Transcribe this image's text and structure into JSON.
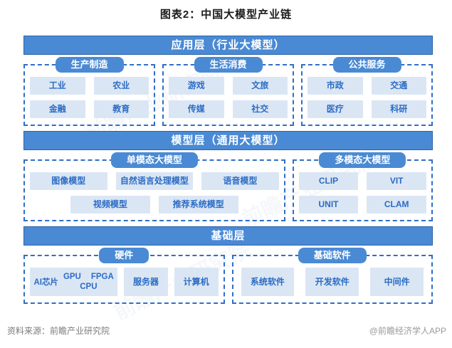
{
  "title": "图表2：中国大模型产业链",
  "colors": {
    "banner_blue": "#4a8ad4",
    "banner_border": "#2d62a8",
    "dash_border": "#2f6fc4",
    "box_bg": "#dbe6f4",
    "box_text": "#2b6cc5"
  },
  "sections": [
    {
      "banner": "应用层（行业大模型）",
      "groups": [
        {
          "label": "生产制造",
          "items": [
            "工业",
            "农业",
            "金融",
            "教育"
          ]
        },
        {
          "label": "生活消费",
          "items": [
            "游戏",
            "文旅",
            "传媒",
            "社交"
          ]
        },
        {
          "label": "公共服务",
          "items": [
            "市政",
            "交通",
            "医疗",
            "科研"
          ]
        }
      ]
    },
    {
      "banner": "模型层（通用大模型）",
      "groups": [
        {
          "label": "单模态大模型",
          "row1": [
            "图像模型",
            "自然语言处理模型",
            "语音模型"
          ],
          "row2": [
            "视频模型",
            "推荐系统模型"
          ]
        },
        {
          "label": "多模态大模型",
          "items": [
            "CLIP",
            "VIT",
            "UNIT",
            "CLAM"
          ]
        }
      ]
    },
    {
      "banner": "基础层",
      "groups": [
        {
          "label": "硬件",
          "chip_box": {
            "main": "AI芯片",
            "gpu": "GPU",
            "fpga": "FPGA",
            "cpu": "CPU"
          },
          "items": [
            "服务器",
            "计算机"
          ]
        },
        {
          "label": "基础软件",
          "items": [
            "系统软件",
            "开发软件",
            "中间件"
          ]
        }
      ]
    }
  ],
  "footer": {
    "source": "资料来源：前瞻产业研究院",
    "credit": "@前瞻经济学人APP"
  },
  "watermark": "前瞻产业研究院"
}
